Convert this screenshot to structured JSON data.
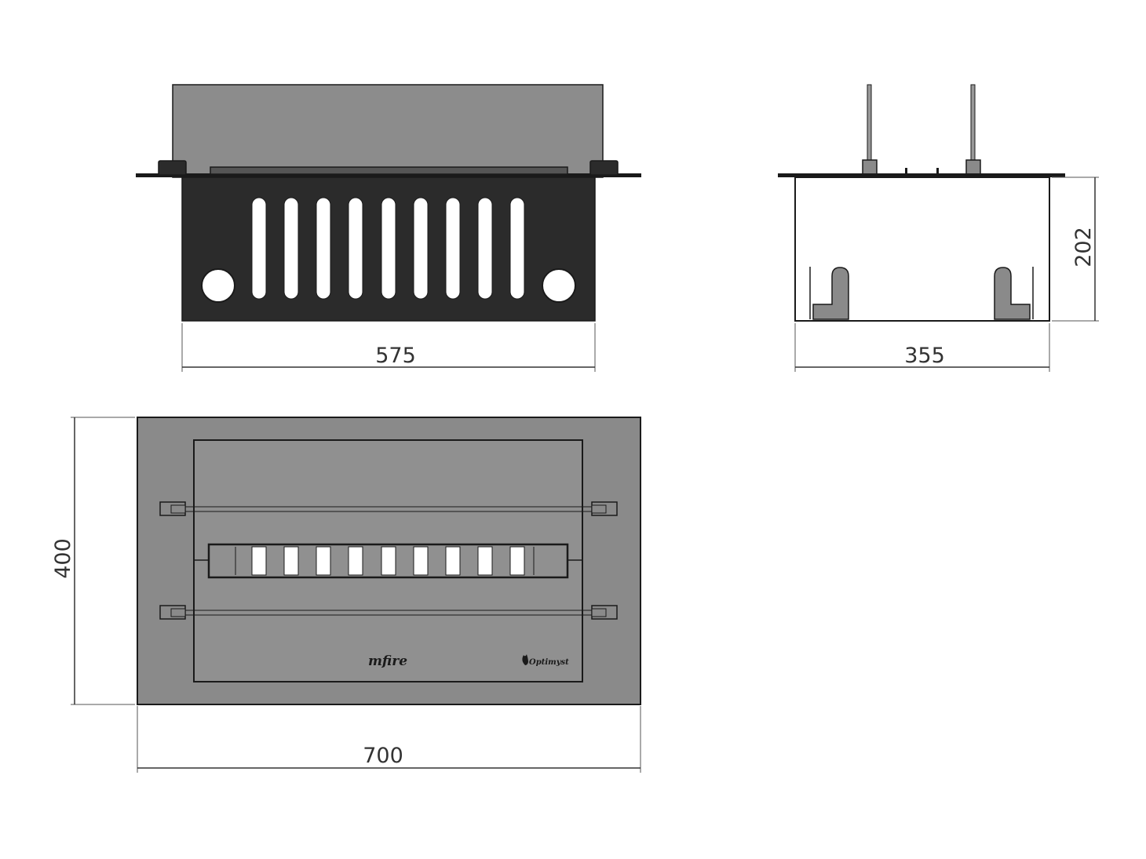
{
  "colors": {
    "panel_dark": "#2b2b2b",
    "glass_gray": "#8c8c8c",
    "top_gray": "#8a8a8a",
    "inner_gray": "#909090",
    "outline": "#1a1a1a",
    "dimension": "#333333",
    "background": "#ffffff"
  },
  "dimensions": {
    "front_width": "575",
    "side_depth": "355",
    "side_height": "202",
    "top_width": "700",
    "top_depth": "400"
  },
  "logos": {
    "left": "mfire",
    "right": "Optimyst"
  },
  "icons": {
    "right_logo": "flame-icon"
  }
}
